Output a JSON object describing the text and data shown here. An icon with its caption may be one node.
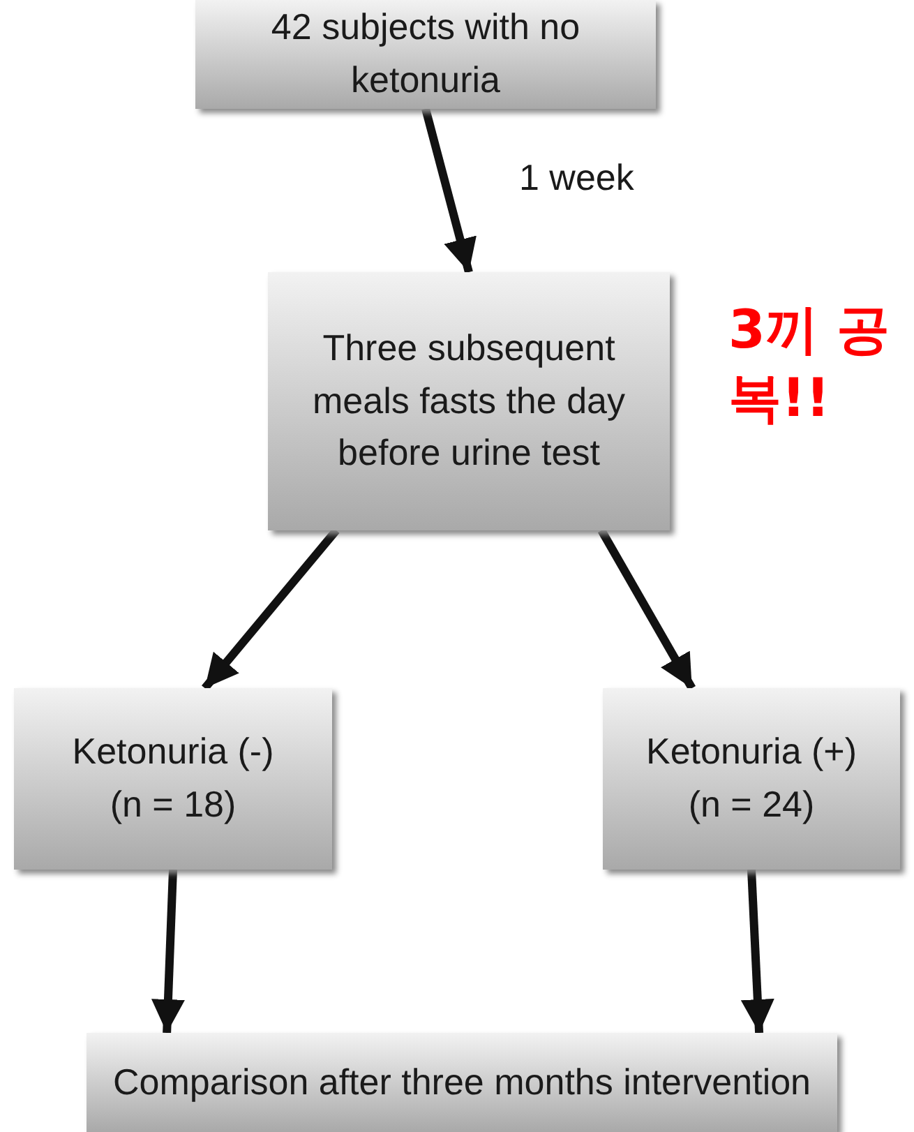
{
  "diagram": {
    "nodes": [
      {
        "text": [
          "42 subjects with no ketonuria"
        ]
      },
      {
        "text": [
          "Three subsequent meals fasts the day before urine test"
        ]
      },
      {
        "text": [
          "Ketonuria (-)",
          "(n = 18)"
        ]
      },
      {
        "text": [
          "Ketonuria (+)",
          "(n = 24)"
        ]
      },
      {
        "text": [
          "Comparison after three months intervention"
        ]
      }
    ],
    "edges": [
      {
        "from": 0,
        "to": 1,
        "arrow": "to",
        "label": "1 week"
      },
      {
        "from": 1,
        "to": 2,
        "arrow": "to"
      },
      {
        "from": 1,
        "to": 3,
        "arrow": "to"
      },
      {
        "from": 2,
        "to": 4,
        "arrow": "to"
      },
      {
        "from": 3,
        "to": 4,
        "arrow": "to"
      }
    ],
    "labels": [
      "3끼 공복!!"
    ]
  }
}
